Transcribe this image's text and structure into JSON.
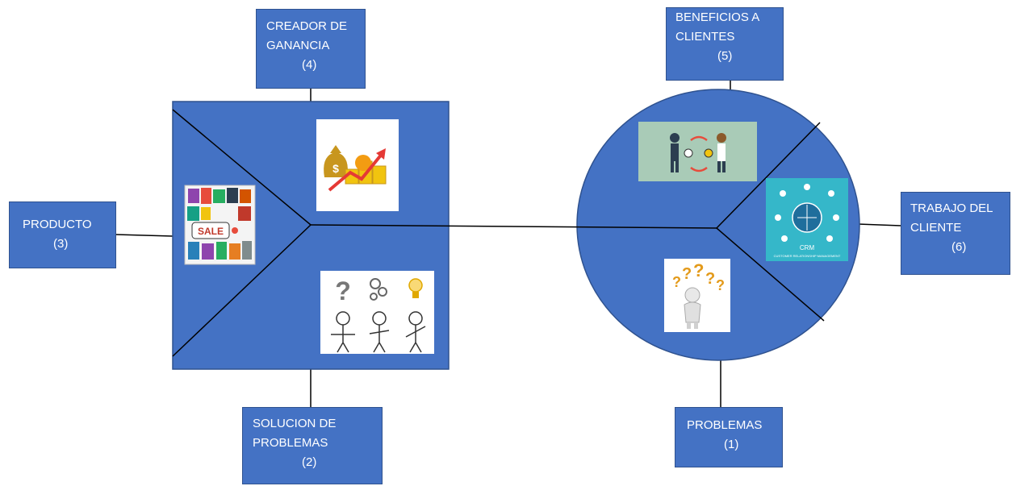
{
  "labels": {
    "creador": {
      "line1": "CREADOR DE",
      "line2": "GANANCIA",
      "line3": "(4)"
    },
    "producto": {
      "line1": "PRODUCTO",
      "line2": "(3)"
    },
    "solucion": {
      "line1": "SOLUCION DE",
      "line2": "PROBLEMAS",
      "line3": "(2)"
    },
    "beneficios": {
      "line1": "BENEFICIOS A",
      "line2": "CLIENTES",
      "line3": "(5)"
    },
    "trabajo": {
      "line1": "TRABAJO DEL",
      "line2": "CLIENTE",
      "line3": "(6)"
    },
    "problemas": {
      "line1": "PROBLEMAS",
      "line2": "(1)"
    }
  },
  "images": {
    "sale_tag": "SALE",
    "crm_text": "CRM",
    "crm_subtext": "CUSTOMER RELATIONSHIP MANAGEMENT"
  },
  "colors": {
    "shape_fill": "#4472C4",
    "shape_stroke": "#2F528F",
    "connector": "#000000"
  }
}
